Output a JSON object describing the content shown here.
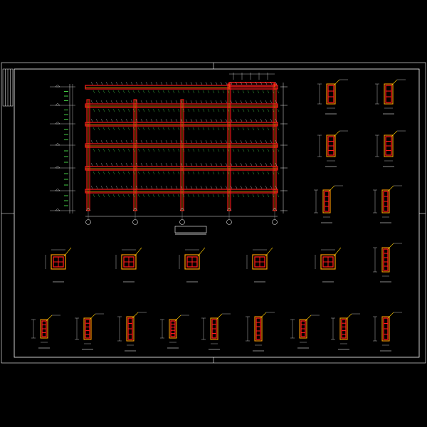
{
  "drawing": {
    "background": "#000000",
    "colors": {
      "frame": "#ffffff",
      "rebar": "#ff1a1a",
      "concrete": "#ff9900",
      "stirrup": "#ffcc00",
      "dim": "#e8e8e8",
      "annot": "#55ff55",
      "axis": "#aaaaaa"
    }
  },
  "elevation": {
    "axis_labels": [
      "",
      "",
      "",
      "",
      ""
    ],
    "title_text": ""
  },
  "sections": {
    "right_columns": [
      {
        "label": "",
        "kind": "beam"
      },
      {
        "label": "",
        "kind": "beam"
      },
      {
        "label": "",
        "kind": "beam-tall"
      },
      {
        "label": "",
        "kind": "beam-tall"
      },
      {
        "label": "",
        "kind": "beam-tall"
      },
      {
        "label": "",
        "kind": "beam-tall"
      },
      {
        "label": "",
        "kind": "beam-tall"
      }
    ],
    "middle_row": [
      {
        "label": "",
        "kind": "column"
      },
      {
        "label": "",
        "kind": "column"
      },
      {
        "label": "",
        "kind": "column"
      },
      {
        "label": "",
        "kind": "column"
      },
      {
        "label": "",
        "kind": "column"
      }
    ],
    "bottom_row": [
      {
        "label": "",
        "kind": "beam"
      },
      {
        "label": "",
        "kind": "beam"
      },
      {
        "label": "",
        "kind": "beam"
      },
      {
        "label": "",
        "kind": "beam"
      },
      {
        "label": "",
        "kind": "beam"
      },
      {
        "label": "",
        "kind": "beam"
      },
      {
        "label": "",
        "kind": "beam"
      },
      {
        "label": "",
        "kind": "beam"
      },
      {
        "label": "",
        "kind": "beam"
      }
    ]
  }
}
